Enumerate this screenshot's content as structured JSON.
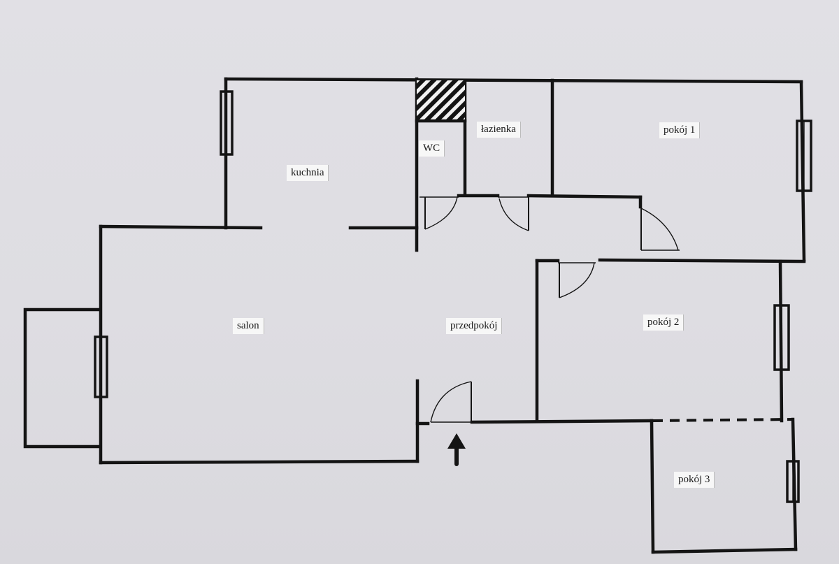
{
  "rooms": {
    "kuchnia": "kuchnia",
    "wc": "WC",
    "lazienka": "łazienka",
    "pokoj1": "pokój 1",
    "salon": "salon",
    "przedpokoj": "przedpokój",
    "pokoj2": "pokój 2",
    "pokoj3": "pokój 3"
  },
  "icons": {
    "entrance": "entrance-arrow-icon"
  },
  "colors": {
    "ink": "#141414",
    "paper": "#dfdee3",
    "label_bg": "#f7f7f7"
  }
}
